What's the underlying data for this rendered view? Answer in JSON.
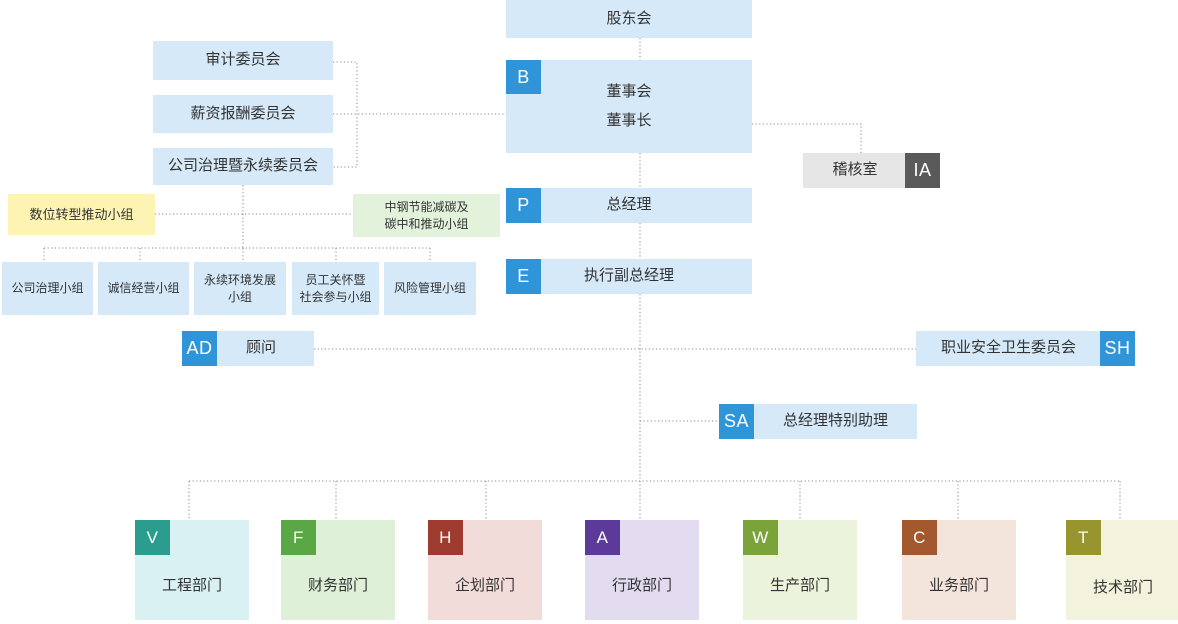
{
  "top": {
    "shareholders": "股东会",
    "board": "董事会",
    "chairman": "董事长",
    "board_tag": "B",
    "audit_office": "稽核室",
    "audit_office_tag": "IA",
    "president": "总经理",
    "president_tag": "P",
    "evp": "执行副总经理",
    "evp_tag": "E",
    "advisor": "顾问",
    "advisor_tag": "AD",
    "safety_committee": "职业安全卫生委员会",
    "safety_committee_tag": "SH",
    "special_assistant": "总经理特别助理",
    "special_assistant_tag": "SA"
  },
  "committees": [
    {
      "label": "审计委员会"
    },
    {
      "label": "薪资报酬委员会"
    },
    {
      "label": "公司治理暨永续委员会"
    }
  ],
  "task_forces": {
    "digital": "数位转型推动小组",
    "carbon_line1": "中钢节能减碳及",
    "carbon_line2": "碳中和推动小组"
  },
  "subgroups": [
    {
      "line1": "公司治理小组",
      "line2": ""
    },
    {
      "line1": "诚信经营小组",
      "line2": ""
    },
    {
      "line1": "永续环境发展",
      "line2": "小组"
    },
    {
      "line1": "员工关怀暨",
      "line2": "社会参与小组"
    },
    {
      "line1": "风险管理小组",
      "line2": ""
    }
  ],
  "departments": [
    {
      "tag": "V",
      "label": "工程部门",
      "tag_color": "#2a9d8f",
      "bg": "#d9f1f2"
    },
    {
      "tag": "F",
      "label": "财务部门",
      "tag_color": "#5aa845",
      "bg": "#dff0d9"
    },
    {
      "tag": "H",
      "label": "企划部门",
      "tag_color": "#9e3a2e",
      "bg": "#f2dcda"
    },
    {
      "tag": "A",
      "label": "行政部门",
      "tag_color": "#5b3a9a",
      "bg": "#e3dcf1"
    },
    {
      "tag": "W",
      "label": "生产部门",
      "tag_color": "#7aa33a",
      "bg": "#ebf3dc"
    },
    {
      "tag": "C",
      "label": "业务部门",
      "tag_color": "#a3582e",
      "bg": "#f3e4dc"
    },
    {
      "tag": "T",
      "label": "技术部门",
      "tag_color": "#99952e",
      "bg": "#f3f3dd"
    }
  ],
  "colors": {
    "tag_blue": "#2f95d8",
    "tag_gray": "#5a5a5a",
    "box_blue": "#d6e9f8"
  }
}
